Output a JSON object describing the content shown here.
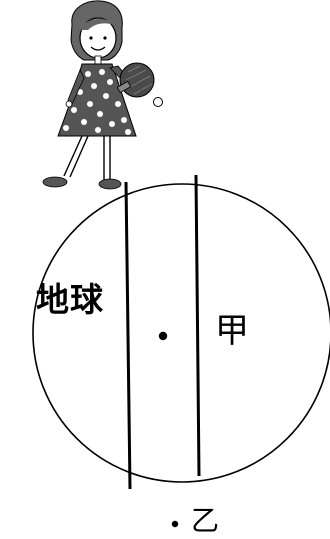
{
  "labels": {
    "earth": "地球",
    "jia": "甲",
    "yi": "乙"
  },
  "icons": {
    "girl": "girl-with-ping-pong-paddle-icon",
    "ball": "ping-pong-ball-icon",
    "center": "earth-center-dot-icon",
    "point_yi": "point-yi-dot-icon"
  },
  "colors": {
    "stroke": "#000000",
    "dress": "#5a5a5a",
    "dots": "#ffffff",
    "skin": "#ffffff",
    "shoes": "#555555"
  }
}
